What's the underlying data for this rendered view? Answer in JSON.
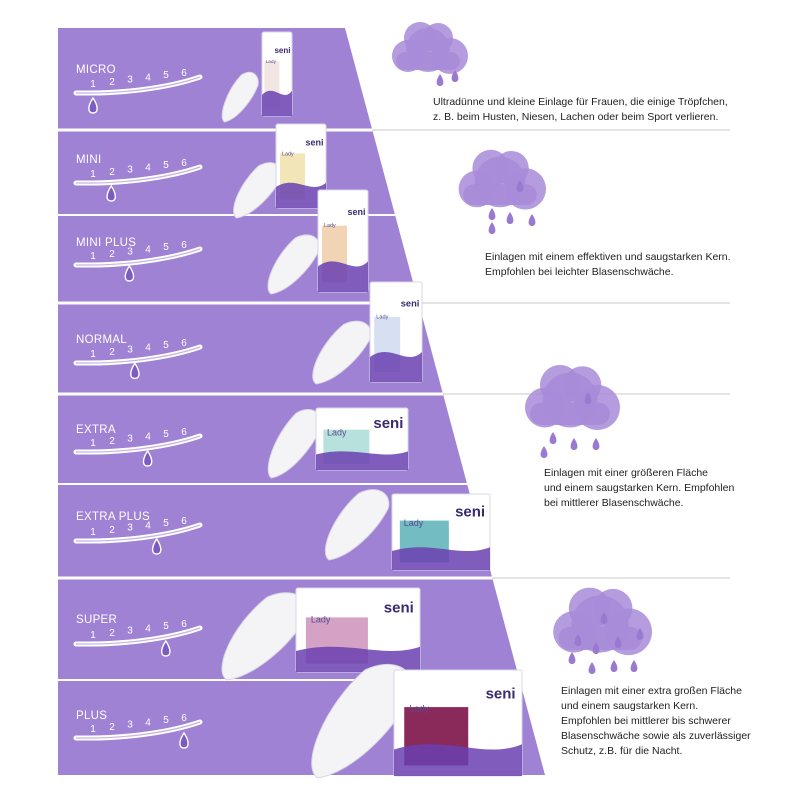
{
  "colors": {
    "band": "#9f82d4",
    "band_dark": "#7d5cc0",
    "divider": "#c9c9c9",
    "cloud": "#a88bd8",
    "drop": "#9a7ad0",
    "pad": "#f4f4f6"
  },
  "brand": {
    "name": "seni",
    "sub": "Lady"
  },
  "rows": [
    {
      "label": "MICRO",
      "level": 1,
      "pack_color": "#f2e6e2"
    },
    {
      "label": "MINI",
      "level": 2,
      "pack_color": "#f2e6b8"
    },
    {
      "label": "MINI PLUS",
      "level": 3,
      "pack_color": "#f0d4b4"
    },
    {
      "label": "NORMAL",
      "level": 3.3,
      "pack_color": "#d7dff2"
    },
    {
      "label": "EXTRA",
      "level": 4,
      "pack_color": "#b7e1dc"
    },
    {
      "label": "EXTRA PLUS",
      "level": 4.5,
      "pack_color": "#73bcc2"
    },
    {
      "label": "SUPER",
      "level": 5,
      "pack_color": "#d4a2c4"
    },
    {
      "label": "PLUS",
      "level": 6,
      "pack_color": "#8a2a5a"
    }
  ],
  "scale_numbers": [
    "1",
    "2",
    "3",
    "4",
    "5",
    "6"
  ],
  "icons": [
    "cloud-drops-icon"
  ],
  "descriptions": {
    "micro": [
      "Ultradünne und kleine Einlage für Frauen, die einige Tröpfchen,",
      "z. B. beim Husten, Niesen, Lachen oder beim Sport verlieren."
    ],
    "mini": [
      "Einlagen mit einem effektiven und saugstarken Kern.",
      "Empfohlen bei leichter Blasenschwäche."
    ],
    "extra": [
      "Einlagen mit einer größeren Fläche",
      "und einem saugstarken Kern. Empfohlen",
      "bei mittlerer Blasenschwäche."
    ],
    "super": [
      "Einlagen mit einer extra großen Fläche",
      "und einem saugstarken Kern.",
      "Empfohlen bei mittlerer bis schwerer",
      "Blasenschwäche sowie als zuverlässiger",
      "Schutz, z.B. für die Nacht."
    ]
  }
}
